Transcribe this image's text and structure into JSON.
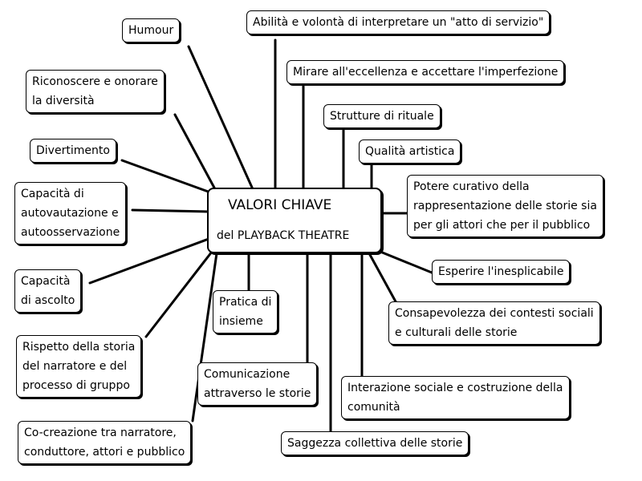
{
  "center": {
    "title": "VALORI CHIAVE",
    "subtitle": "del PLAYBACK THEATRE"
  },
  "nodes": {
    "humour": [
      "Humour"
    ],
    "servizio": [
      "Abilità e volontà di interpretare un \"atto di servizio\""
    ],
    "diversita": [
      "Riconoscere e onorare",
      "la diversità"
    ],
    "eccellenza": [
      "Mirare all'eccellenza e accettare l'imperfezione"
    ],
    "rituale": [
      "Strutture di rituale"
    ],
    "divertimento": [
      "Divertimento"
    ],
    "qualita": [
      "Qualità artistica"
    ],
    "autovalutazione": [
      "Capacità di",
      "autovautazione e",
      "autoosservazione"
    ],
    "curativo": [
      "Potere curativo della",
      "rappresentazione delle storie sia",
      "per gli attori che per il pubblico"
    ],
    "ascolto": [
      "Capacità",
      "di ascolto"
    ],
    "inesplicabile": [
      "Esperire l'inesplicabile"
    ],
    "insieme": [
      "Pratica di",
      "insieme"
    ],
    "contesti": [
      "Consapevolezza dei contesti sociali",
      "e culturali delle storie"
    ],
    "rispetto": [
      "Rispetto della storia",
      "del narratore e del",
      "processo di gruppo"
    ],
    "comunicazione": [
      "Comunicazione",
      "attraverso le storie"
    ],
    "interazione": [
      "Interazione sociale e costruzione della",
      "comunità"
    ],
    "cocreazione": [
      "Co-creazione tra narratore,",
      "conduttore, attori e pubblico"
    ],
    "saggezza": [
      "Saggezza collettiva delle storie"
    ]
  }
}
